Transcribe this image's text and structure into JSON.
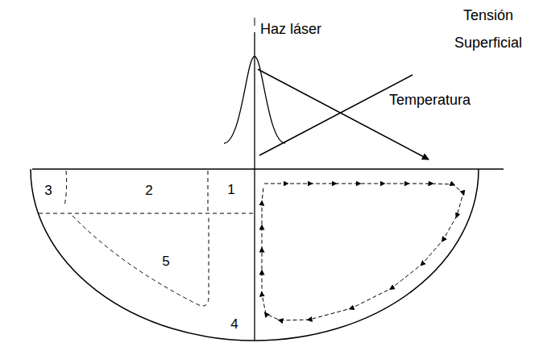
{
  "diagram": {
    "labels": [
      "Haz láser",
      "Tensión Superficial",
      "Temperatura",
      "1",
      "2",
      "3",
      "4",
      "5"
    ]
  }
}
